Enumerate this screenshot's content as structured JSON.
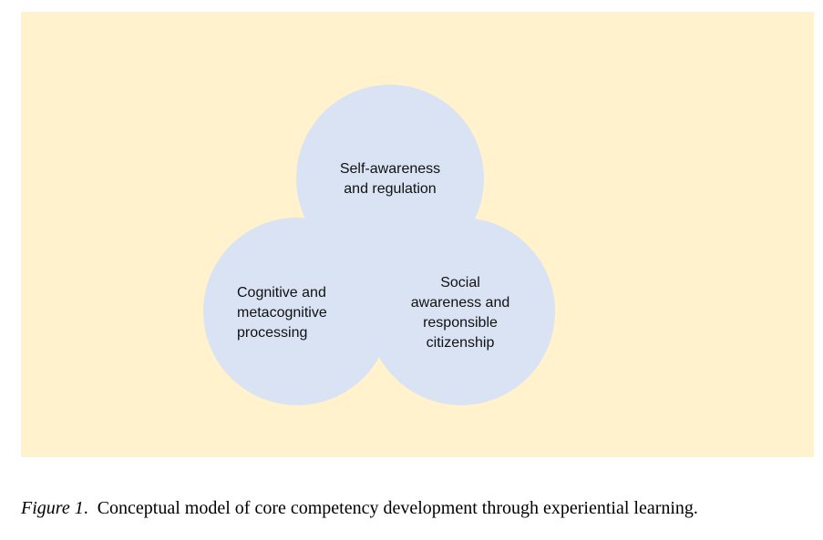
{
  "diagram": {
    "background_color": "#fff2cc",
    "circle_color": "#dae3f3",
    "circles": [
      {
        "label": "Self-awareness\nand regulation"
      },
      {
        "label": "Cognitive and\nmetacognitive\nprocessing"
      },
      {
        "label": "Social\nawareness and\nresponsible\ncitizenship"
      }
    ]
  },
  "caption": {
    "label": "Figure 1",
    "text": "Conceptual model of core competency development through experiential learning."
  }
}
